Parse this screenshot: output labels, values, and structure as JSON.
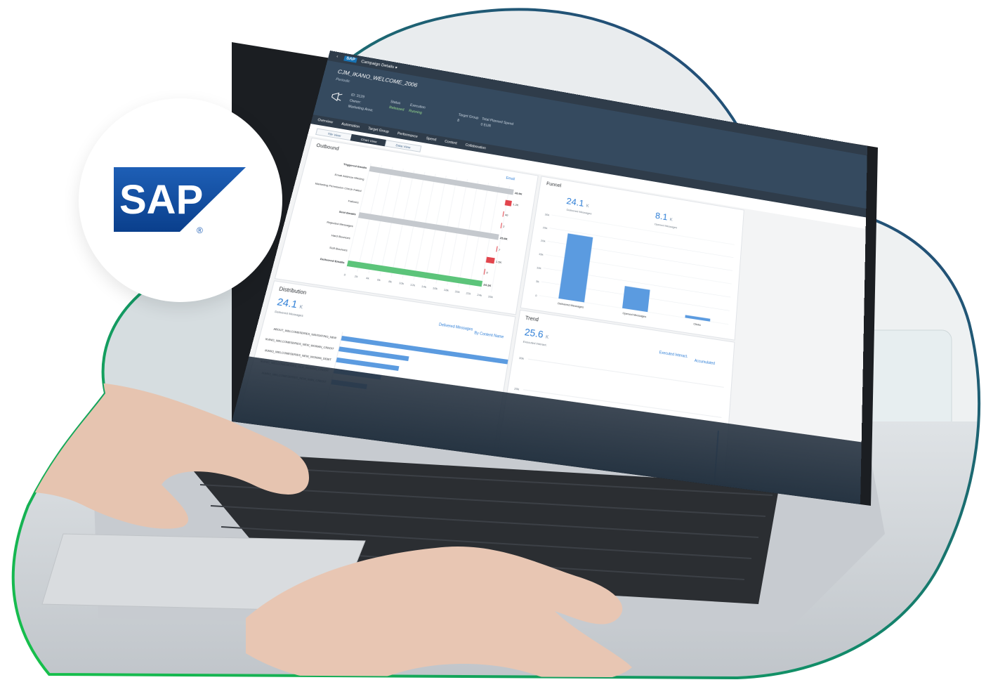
{
  "brand": {
    "name": "SAP",
    "registered_mark": "®",
    "colors": {
      "blue_top": "#1e5fb6",
      "blue_bottom": "#0a3f8c",
      "gradient_green": "#1bbf4a",
      "gradient_navy": "#2b2f7e"
    }
  },
  "shell": {
    "back_icon": "chevron-left-icon",
    "logo": "SAP",
    "app_title": "Campaign Details ▾"
  },
  "header": {
    "campaign_name": "CJM_IKANO_WELCOME_2006",
    "subtitle": "Periodic",
    "id_label": "ID: 3129",
    "owner_label": "Owner:",
    "marketing_area_label": "Marketing Area:",
    "status_label": "Status",
    "status_value": "Released",
    "execution_label": "Execution",
    "execution_value": "Running",
    "target_group_label": "Target Group",
    "target_group_value": "8",
    "planned_spend_label": "Total Planned Spend",
    "planned_spend_value": "0 EUR"
  },
  "tabs": [
    "Overview",
    "Automation",
    "Target Group",
    "Performance",
    "Spend",
    "Content",
    "Collaboration"
  ],
  "view_switch": {
    "tile": "Tile View",
    "chart": "Chart View",
    "data": "Data View"
  },
  "outbound": {
    "title": "Outbound",
    "filter": "Email",
    "categories": [
      "Triggered Emails",
      "Email Address Missing",
      "Marketing Permission Check Failed",
      "Failures",
      "Sent Emails",
      "Rejected Messages",
      "Hard Bounces",
      "Soft Bounces",
      "Delivered Emails"
    ],
    "labels": [
      "26.9K",
      "1.2K",
      "40",
      "2",
      "25.6K",
      "7",
      "1.5K",
      "0",
      "24.1K"
    ],
    "ticks": [
      "0",
      "2k",
      "4k",
      "6k",
      "8k",
      "10k",
      "12k",
      "14k",
      "16k",
      "18k",
      "20k",
      "22k",
      "24k",
      "26k"
    ]
  },
  "funnel": {
    "title": "Funnel",
    "kpi1_value": "24.1",
    "kpi1_unit": "K",
    "kpi1_label": "Delivered Messages",
    "kpi2_value": "8.1",
    "kpi2_unit": "K",
    "kpi2_label": "Opened Messages",
    "y_ticks": [
      "30k",
      "25k",
      "20k",
      "15k",
      "10k",
      "5k",
      "0"
    ],
    "bars": [
      "Delivered Messages",
      "Opened Messages",
      "Clicks"
    ]
  },
  "distribution": {
    "title": "Distribution",
    "kpi_value": "24.1",
    "kpi_unit": "K",
    "kpi_label": "Delivered Messages",
    "dropdown_measure": "Delivered Messages",
    "dropdown_dim": "By Content Name",
    "rows": [
      "ABOUT_WELCOMESERIES_NAVIGATING_NEW",
      "IKANO_WELCOMESERIES_NEW_WOMAN_CREDIT",
      "IKANO_WELCOMESERIES_NEW_WOMAN_DEBIT",
      "IKANO_WELCOMESERIES_OLD_WOMAN_CREDIT",
      "IKANO_WELCOMESERIES_NEW_MAN_CREDIT"
    ]
  },
  "trend": {
    "title": "Trend",
    "kpi_value": "25.6",
    "kpi_unit": "K",
    "kpi_label": "Executed Interact.",
    "dropdown_measure": "Executed Interact.",
    "dropdown_mode": "Accumulated",
    "y_ticks": [
      "30k",
      "20k"
    ]
  },
  "chart_data": [
    {
      "type": "bar",
      "title": "Outbound",
      "categories": [
        "Triggered Emails",
        "Email Address Missing",
        "Marketing Permission Check Failed",
        "Failures",
        "Sent Emails",
        "Rejected Messages",
        "Hard Bounces",
        "Soft Bounces",
        "Delivered Emails"
      ],
      "values": [
        26900,
        1200,
        40,
        2,
        25600,
        7,
        1500,
        0,
        24100
      ],
      "xlim": [
        0,
        28000
      ]
    },
    {
      "type": "bar",
      "title": "Funnel",
      "categories": [
        "Delivered Messages",
        "Opened Messages",
        "Clicks"
      ],
      "values": [
        24100,
        8100,
        1000
      ],
      "ylim": [
        0,
        30000
      ]
    }
  ]
}
